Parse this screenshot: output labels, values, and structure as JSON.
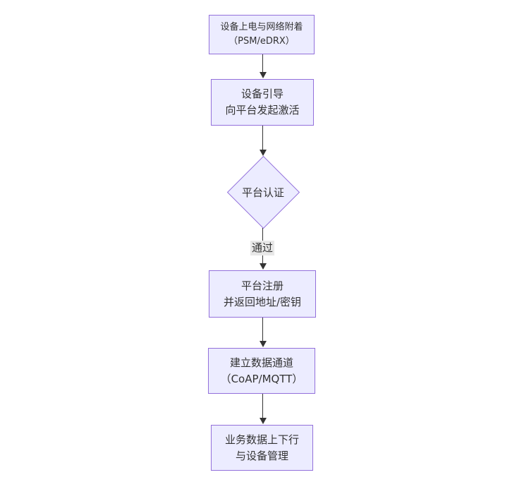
{
  "diagram": {
    "type": "flowchart",
    "direction": "top-down",
    "background": "#ffffff",
    "colors": {
      "node_fill": "#ececff",
      "node_border": "#9370db",
      "edge_line": "#333333",
      "text": "#333333",
      "edge_label_bg": "#e8e8e8"
    },
    "nodes": [
      {
        "shape": "rect",
        "lines": [
          "设备上电与网络附着",
          "（PSM/eDRX）"
        ]
      },
      {
        "shape": "rect",
        "lines": [
          "设备引导",
          "向平台发起激活"
        ]
      },
      {
        "shape": "diamond",
        "lines": [
          "平台认证"
        ]
      },
      {
        "shape": "rect",
        "lines": [
          "平台注册",
          "并返回地址/密钥"
        ]
      },
      {
        "shape": "rect",
        "lines": [
          "建立数据通道",
          "（CoAP/MQTT）"
        ]
      },
      {
        "shape": "rect",
        "lines": [
          "业务数据上下行",
          "与设备管理"
        ]
      }
    ],
    "edges": [
      {
        "from": 0,
        "to": 1,
        "label": ""
      },
      {
        "from": 1,
        "to": 2,
        "label": ""
      },
      {
        "from": 2,
        "to": 3,
        "label": "通过"
      },
      {
        "from": 3,
        "to": 4,
        "label": ""
      },
      {
        "from": 4,
        "to": 5,
        "label": ""
      }
    ]
  }
}
